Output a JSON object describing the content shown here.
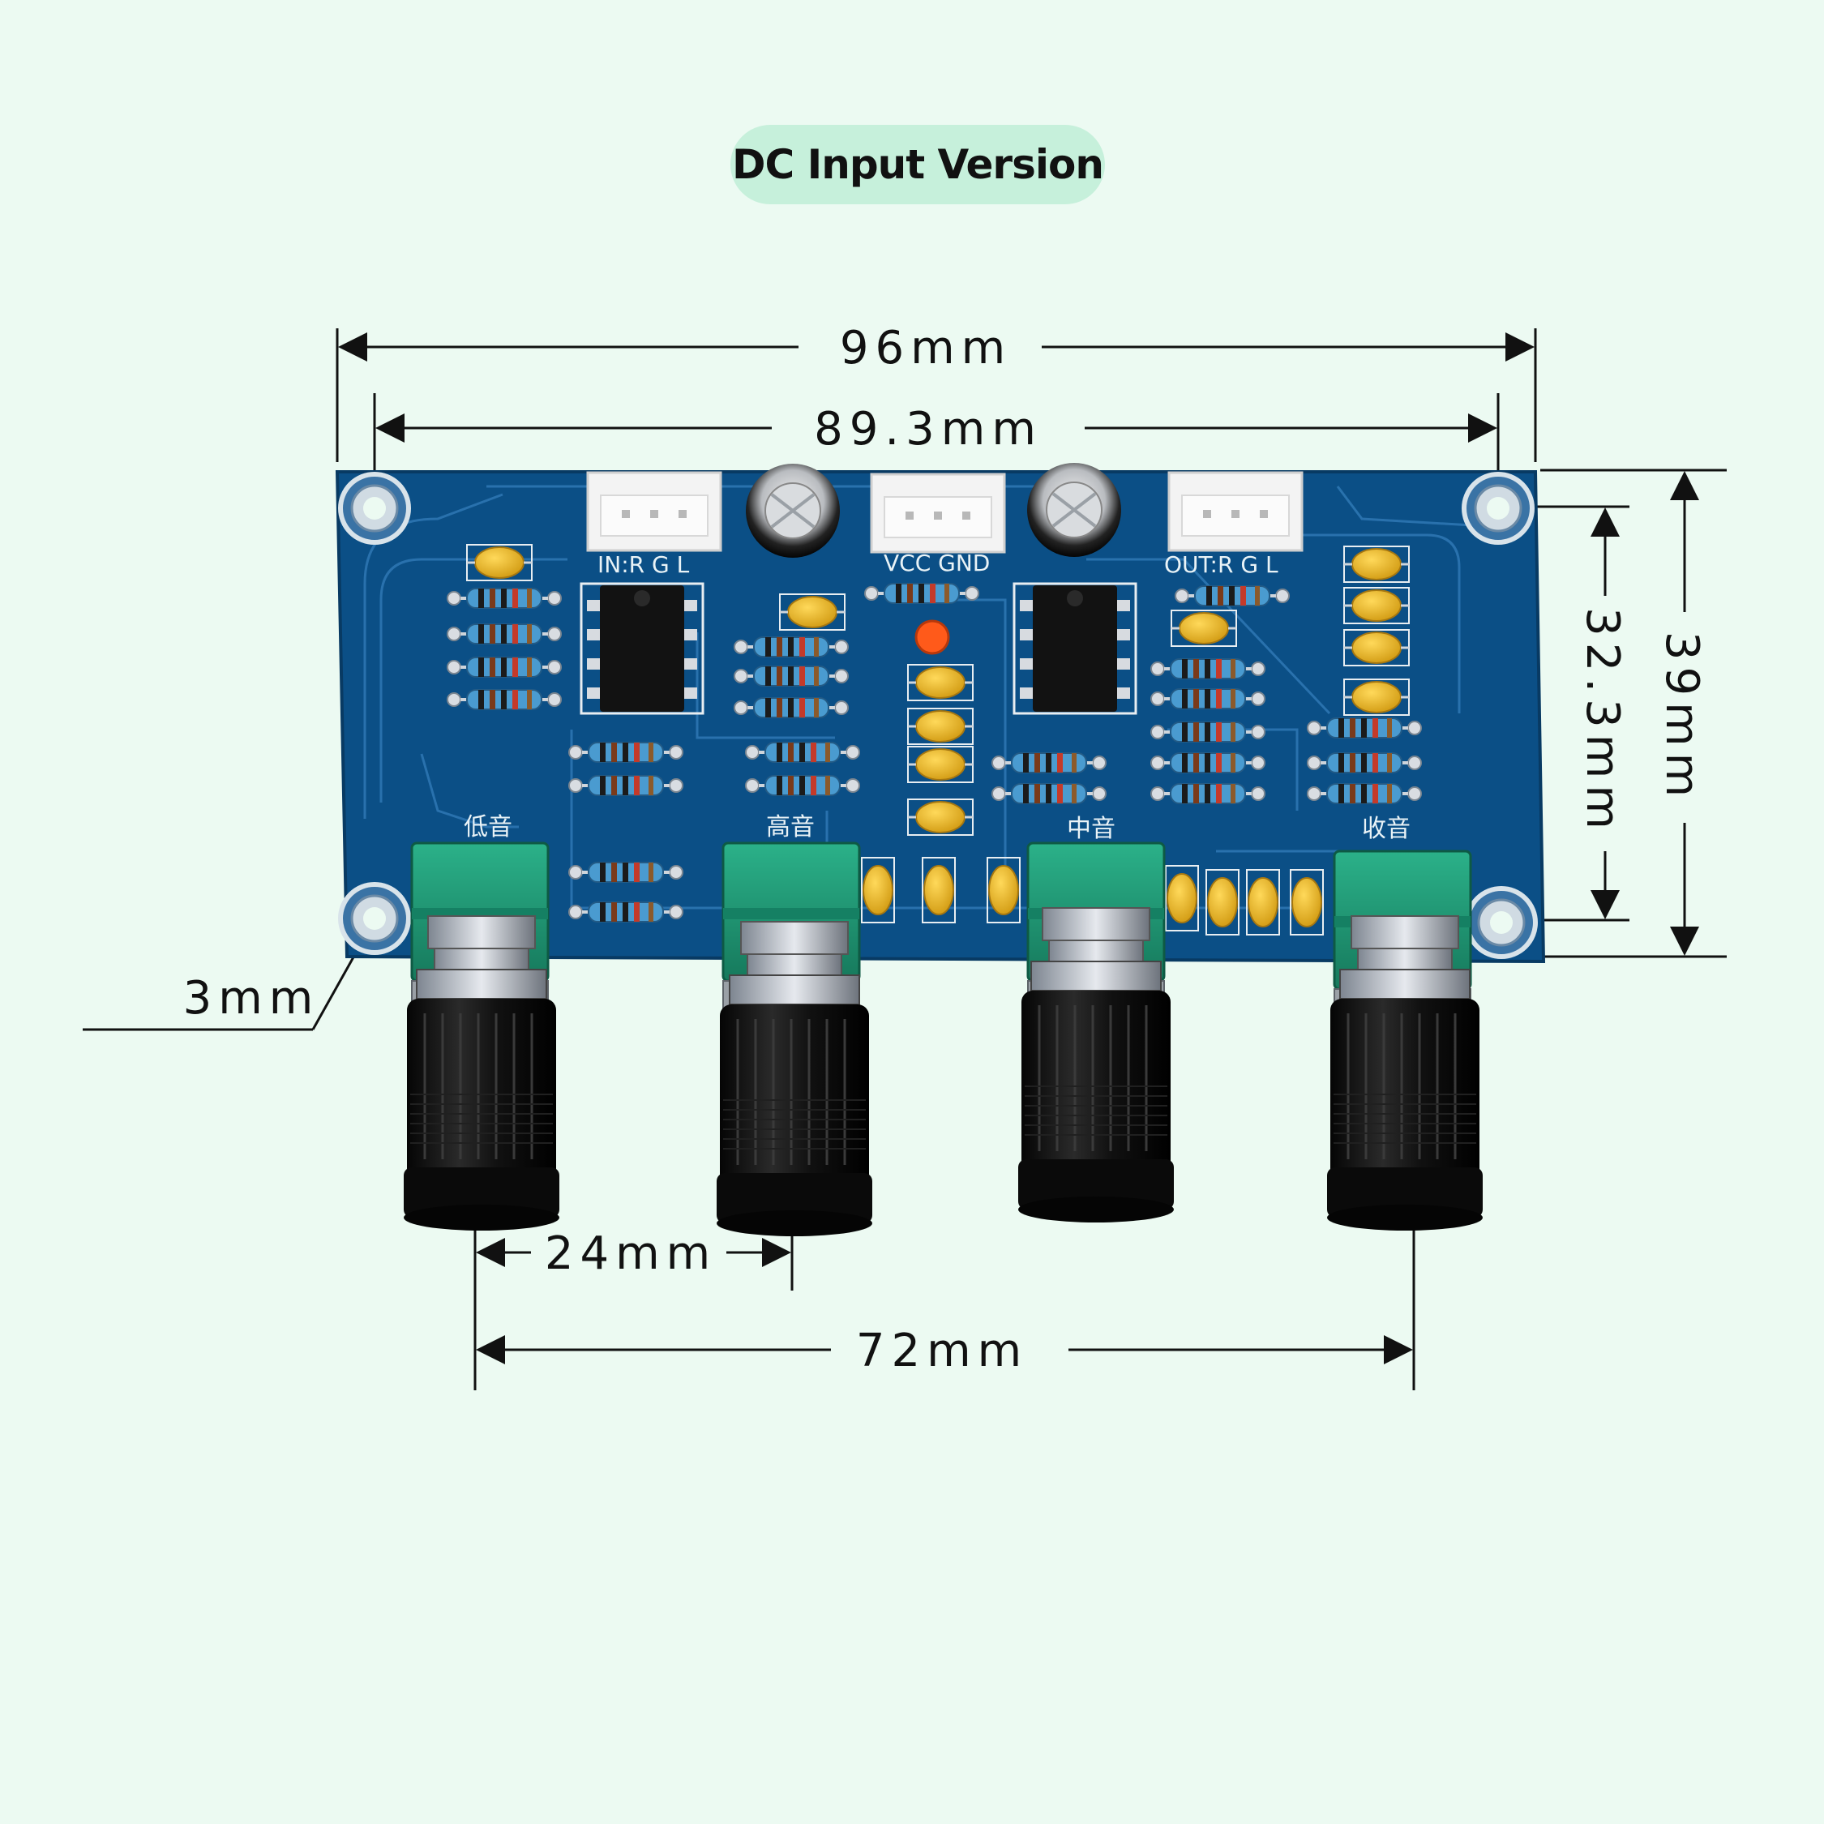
{
  "header": {
    "title": "DC Input Version"
  },
  "dimensions": {
    "board_width": "96mm",
    "hole_spacing_horizontal": "89.3mm",
    "hole_spacing_vertical": "32.3mm",
    "board_height": "39mm",
    "hole_diameter": "3mm",
    "knob_spacing": "24mm",
    "knob_span": "72mm"
  },
  "board": {
    "input_label": "IN:R  G  L",
    "power_label": "VCC  GND",
    "output_label": "OUT:R  G  L",
    "pots": [
      "低音",
      "高音",
      "中音",
      "收音"
    ]
  },
  "colors": {
    "background": "#ecfaf2",
    "title_pill": "#c6f0db",
    "pcb": "#0b4f86",
    "pot_body": "#1f9a78",
    "capacitor": "#e9b92a",
    "resistor": "#4a9bd0",
    "knob": "#0e0e0e"
  }
}
